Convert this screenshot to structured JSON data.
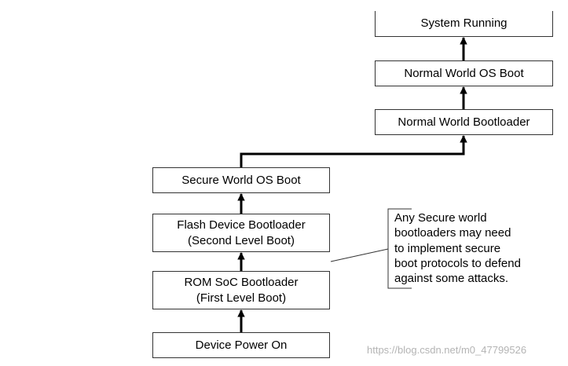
{
  "boxes": {
    "system_running": "System Running",
    "normal_os_boot": "Normal World OS Boot",
    "normal_bootloader": "Normal World Bootloader",
    "secure_os_boot": "Secure World OS Boot",
    "flash_bootloader": [
      "Flash Device Bootloader",
      "(Second Level Boot)"
    ],
    "rom_bootloader": [
      "ROM SoC Bootloader",
      "(First Level Boot)"
    ],
    "device_power_on": "Device Power On"
  },
  "note": {
    "lines": [
      "Any Secure world",
      "bootloaders may need",
      "to implement secure",
      "boot protocols to defend",
      "against some attacks."
    ]
  },
  "watermark": "https://blog.csdn.net/m0_47799526"
}
